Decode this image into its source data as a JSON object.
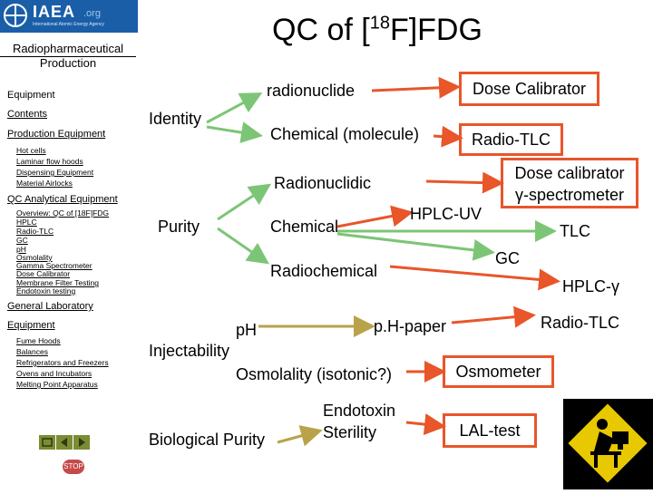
{
  "header": {
    "logo_text": "IAEA",
    "logo_org": ".org",
    "logo_subtitle": "International Atomic Energy Agency",
    "section": "Radiopharmaceutical Production",
    "title_prefix": "QC of [",
    "title_sup": "18",
    "title_suffix": "F]FDG"
  },
  "sidebar": {
    "heading": "Equipment",
    "contents": "Contents",
    "production": "Production Equipment",
    "production_items": [
      "Hot cells",
      "Laminar flow hoods",
      "Dispensing Equipment",
      "Material Airlocks"
    ],
    "qc": "QC Analytical Equipment",
    "qc_items": [
      "Overview: QC of [18F]FDG",
      "HPLC",
      "Radio-TLC",
      "GC",
      "pH",
      "Osmolality",
      "Gamma Spectrometer",
      "Dose Calibrator",
      "Membrane Filter Testing",
      "Endotoxin testing"
    ],
    "general_lab": "General Laboratory",
    "general_equipment": "Equipment",
    "general_items": [
      "Fume Hoods",
      "Balances",
      "Refrigerators and Freezers",
      "Ovens and Incubators",
      "Melting Point Apparatus"
    ],
    "stop": "STOP"
  },
  "diagram": {
    "identity": "Identity",
    "radionuclide": "radionuclide",
    "dose_calibrator": "Dose Calibrator",
    "chemical_molecule": "Chemical (molecule)",
    "radio_tlc": "Radio-TLC",
    "purity": "Purity",
    "radionuclidic": "Radionuclidic",
    "dose_calibrator_2": "Dose calibrator",
    "gamma_spectrometer": "γ-spectrometer",
    "chemical": "Chemical",
    "hplc_uv": "HPLC-UV",
    "tlc": "TLC",
    "gc": "GC",
    "radiochemical": "Radiochemical",
    "hplc_gamma": "HPLC-γ",
    "radio_tlc_2": "Radio-TLC",
    "injectability": "Injectability",
    "ph": "pH",
    "ph_paper": "p.H-paper",
    "osmolality": "Osmolality (isotonic?)",
    "osmometer": "Osmometer",
    "biological_purity": "Biological Purity",
    "endotoxin": "Endotoxin",
    "sterility": "Sterility",
    "lal_test": "LAL-test"
  },
  "colors": {
    "green_arrow": "#7cc576",
    "red_arrow": "#e8562a",
    "tan_arrow": "#b9a24a",
    "logo_blue": "#1a5ea8",
    "sign_yellow": "#e8c800"
  }
}
